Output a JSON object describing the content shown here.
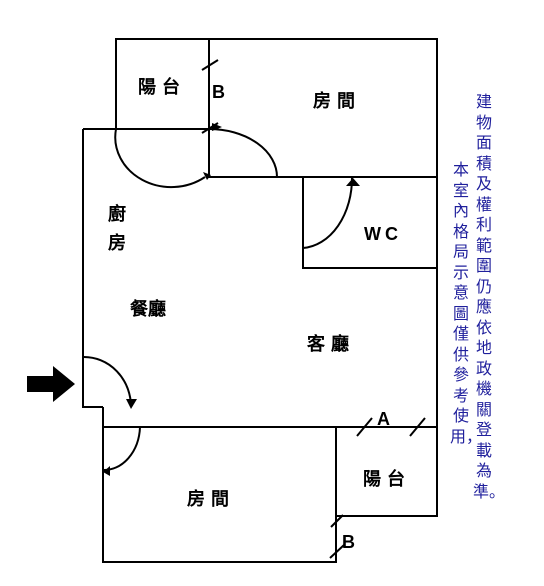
{
  "floorplan": {
    "rooms": {
      "balcony_top": "陽台",
      "bedroom_top": "房間",
      "wc": "WC",
      "kitchen_line1": "廚",
      "kitchen_line2": "房",
      "dining": "餐廳",
      "living": "客廳",
      "bedroom_bottom": "房間",
      "balcony_bottom": "陽台"
    },
    "marks": {
      "b_top": "B",
      "a": "A",
      "b_bottom": "B"
    },
    "entrance": "entrance-arrow"
  },
  "notes": {
    "line1": "建物面積及權利範圍仍應依地政機關登載為準。",
    "line2": "本室內格局示意圖僅供參考使用，"
  },
  "colors": {
    "line": "#000000",
    "note_text": "#1f1f9c"
  }
}
